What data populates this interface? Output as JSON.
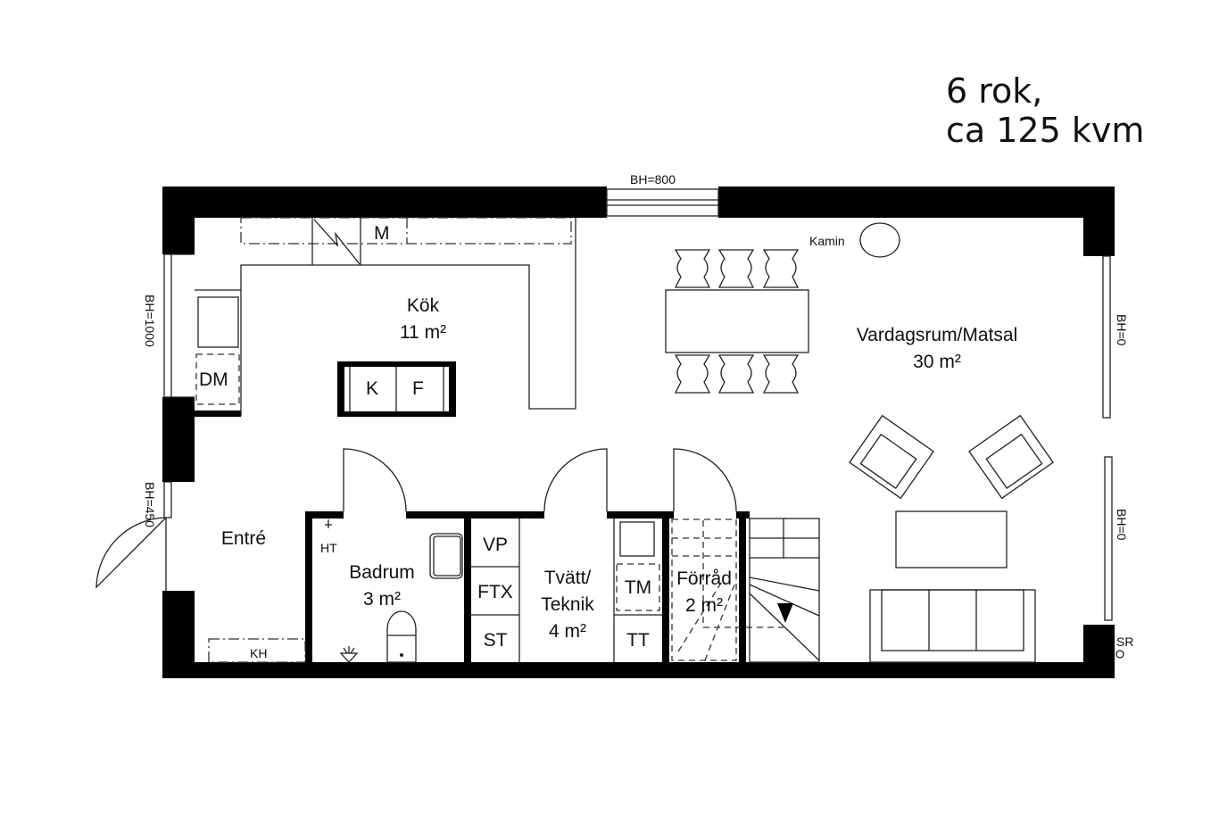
{
  "header": {
    "line1": "6 rok,",
    "line2": "ca 125 kvm"
  },
  "rooms": {
    "kok": {
      "name": "Kök",
      "area": "11 m²"
    },
    "vardagsrum": {
      "name": "Vardagsrum/Matsal",
      "area": "30 m²"
    },
    "entre": {
      "name": "Entré"
    },
    "badrum": {
      "name": "Badrum",
      "area": "3 m²"
    },
    "tvatt": {
      "name1": "Tvätt/",
      "name2": "Teknik",
      "area": "4 m²"
    },
    "forrad": {
      "name": "Förråd",
      "area": "2 m²"
    }
  },
  "labels": {
    "bh800": "BH=800",
    "bh1000": "BH=1000",
    "bh450": "BH=450",
    "bh0_a": "BH=0",
    "bh0_b": "BH=0",
    "m": "M",
    "dm": "DM",
    "k": "K",
    "f": "F",
    "kamin": "Kamin",
    "ht": "HT",
    "kh": "KH",
    "vp": "VP",
    "ftx": "FTX",
    "st": "ST",
    "tm": "TM",
    "tt": "TT",
    "sr": "SR"
  }
}
